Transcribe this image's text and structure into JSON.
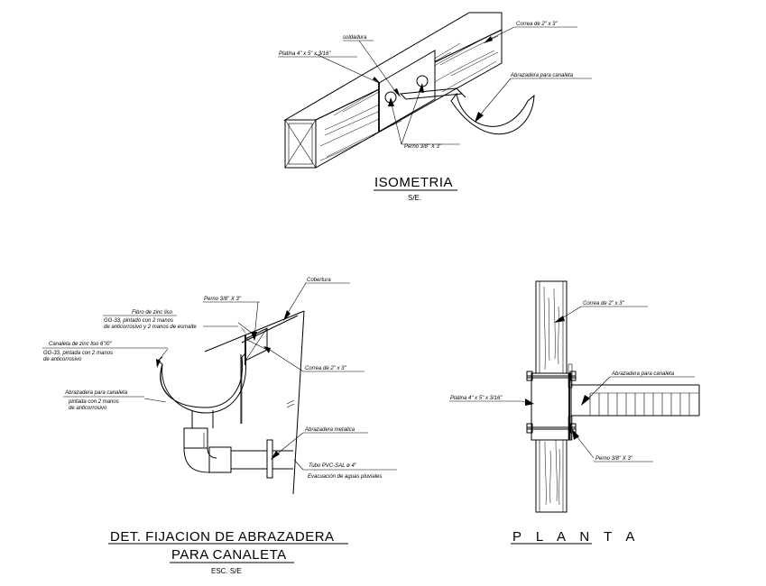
{
  "isometric": {
    "title": "ISOMETRIA",
    "scale": "S/E.",
    "labels": {
      "soldadura": "soldadura",
      "platina": "Platina 4\" x 5\" x 3/16\"",
      "correa": "Correa de 2\" x 3\"",
      "abrazadera": "Abrazadera para canaleta",
      "perno": "Perno 3/8\" X 3\""
    }
  },
  "detail": {
    "title_line1": "DET. FIJACION DE ABRAZADERA",
    "title_line2": "PARA CANALETA",
    "scale": "ESC. S/E",
    "labels": {
      "cobertura": "Cobertura",
      "perno": "Perno 3/8\" X 3\"",
      "fibro_1": "Fibro de zinc liso",
      "fibro_2": "GG-33, pintado con 2 manos",
      "fibro_3": "de anticorrosivo y 2 manos de esmalte",
      "canaleta_1": "Canaleta de zinc liso 6\"/0\"",
      "canaleta_2": "GG-33, pintada con 2 manos",
      "canaleta_3": "de anticorrosivo",
      "correa": "Correa de 2\" x 3\"",
      "abrazadera_1": "Abrazadera para canaleta",
      "abrazadera_2": "pintada con 2 manos",
      "abrazadera_3": "de anticorrosivo",
      "abrazadera_metalica": "Abrazadera metalica",
      "tubo": "Tubo PVC-SAL ø 4\"",
      "evacuacion": "Evacuación de aguas pluviales"
    }
  },
  "plan": {
    "title": "P L A N T A",
    "labels": {
      "correa": "Correa de 2\" x 3\"",
      "abrazadera": "Abrazadera para canaleta",
      "platina": "Platina 4\" x 5\" x 3/16\"",
      "perno": "Perno 3/8\" X 3\""
    }
  }
}
